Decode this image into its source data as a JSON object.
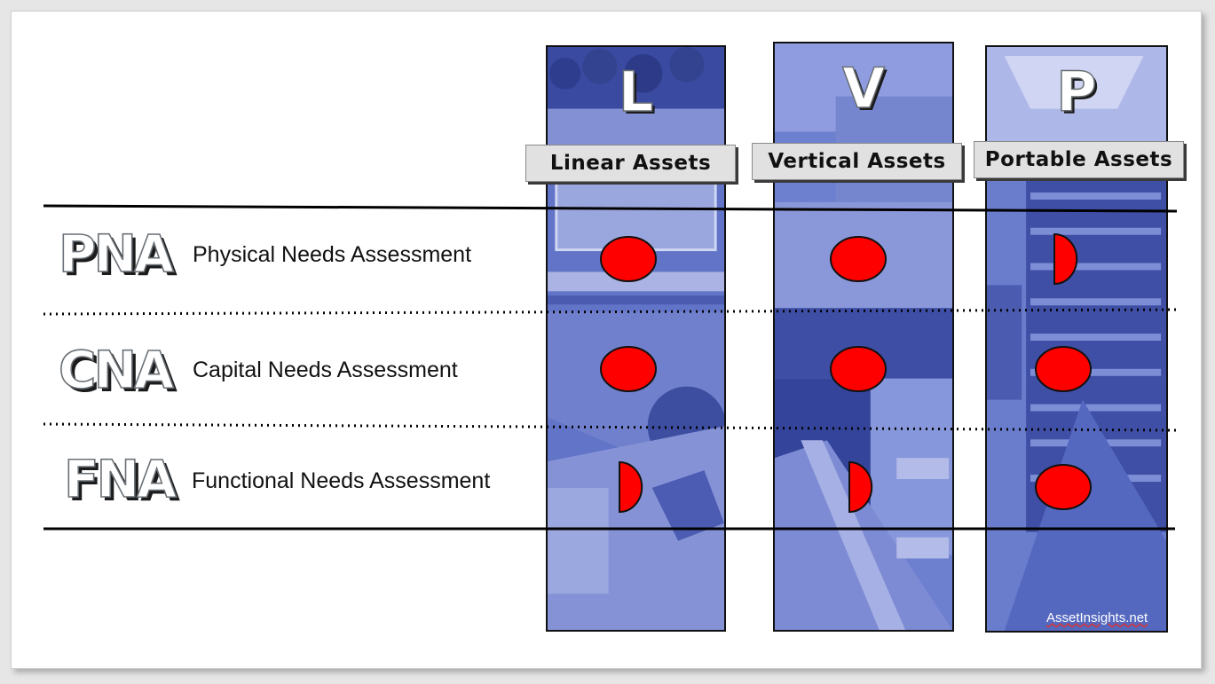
{
  "columns": [
    {
      "letter": "L",
      "title": "Linear Assets"
    },
    {
      "letter": "V",
      "title": "Vertical Assets"
    },
    {
      "letter": "P",
      "title": "Portable Assets"
    }
  ],
  "rows": [
    {
      "abbr": "PNA",
      "label": "Physical Needs Assessment"
    },
    {
      "abbr": "CNA",
      "label": "Capital Needs Assessment"
    },
    {
      "abbr": "FNA",
      "label": "Functional Needs Assessment"
    }
  ],
  "coverage": [
    [
      "full",
      "full",
      "half"
    ],
    [
      "full",
      "full",
      "full"
    ],
    [
      "half",
      "half",
      "full"
    ]
  ],
  "colors": {
    "marker": "#ff0000",
    "photo_tint": "#5c6fc6"
  },
  "watermark": "AssetInsights.net"
}
